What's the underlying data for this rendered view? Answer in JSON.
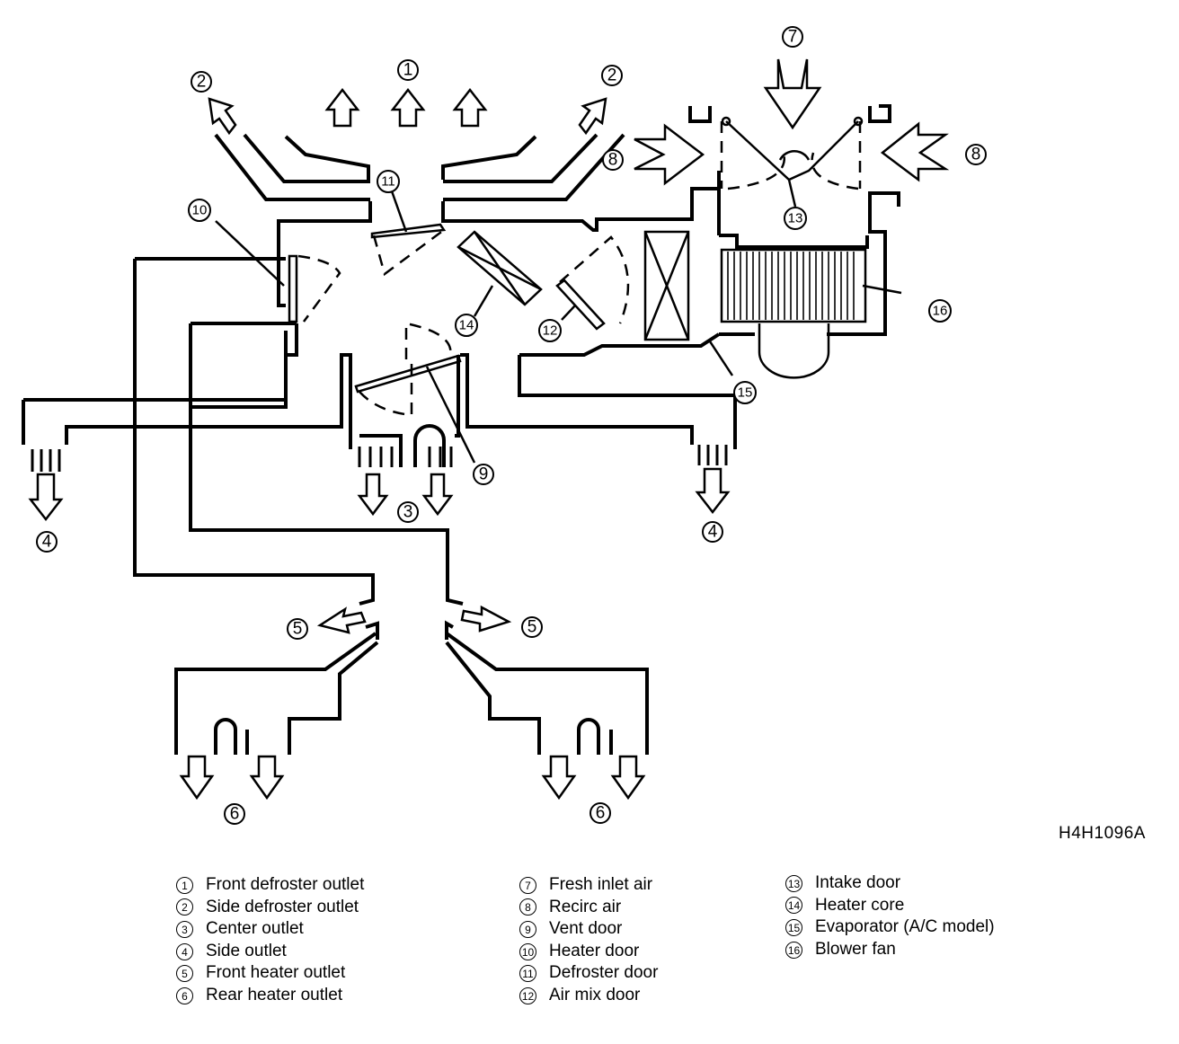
{
  "drawing_code": "H4H1096A",
  "callouts": [
    "1",
    "2",
    "3",
    "4",
    "5",
    "6",
    "7",
    "8",
    "9",
    "10",
    "11",
    "12",
    "13",
    "14",
    "15",
    "16"
  ],
  "legend": [
    {
      "num": "1",
      "label": "Front defroster outlet"
    },
    {
      "num": "2",
      "label": "Side defroster outlet"
    },
    {
      "num": "3",
      "label": "Center outlet"
    },
    {
      "num": "4",
      "label": "Side outlet"
    },
    {
      "num": "5",
      "label": "Front heater outlet"
    },
    {
      "num": "6",
      "label": "Rear heater outlet"
    },
    {
      "num": "7",
      "label": "Fresh inlet air"
    },
    {
      "num": "8",
      "label": "Recirc air"
    },
    {
      "num": "9",
      "label": "Vent door"
    },
    {
      "num": "10",
      "label": "Heater door"
    },
    {
      "num": "11",
      "label": "Defroster door"
    },
    {
      "num": "12",
      "label": "Air mix door"
    },
    {
      "num": "13",
      "label": "Intake door"
    },
    {
      "num": "14",
      "label": "Heater core"
    },
    {
      "num": "15",
      "label": "Evaporator (A/C model)"
    },
    {
      "num": "16",
      "label": "Blower fan"
    }
  ]
}
